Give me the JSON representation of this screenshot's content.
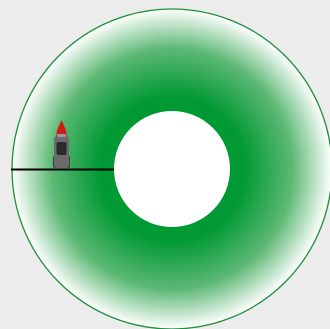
{
  "scene": {
    "background_color": "#ececec",
    "track": {
      "kind": "ring-track",
      "border_color": "#1f8f3a",
      "gradient_stops": [
        {
          "offset": "0%",
          "color": "#009933",
          "opacity": 1
        },
        {
          "offset": "45%",
          "color": "#009933",
          "opacity": 1
        },
        {
          "offset": "75%",
          "color": "#5cb874",
          "opacity": 1
        },
        {
          "offset": "100%",
          "color": "#ffffff",
          "opacity": 1
        }
      ],
      "hole_color": "#ffffff"
    },
    "start_line": {
      "kind": "start-finish-line",
      "color": "#000000"
    },
    "car": {
      "kind": "race-car",
      "body_color": "#6b6b6b",
      "nose_color": "#d11a1a",
      "window_color": "#2b2b2b"
    }
  }
}
